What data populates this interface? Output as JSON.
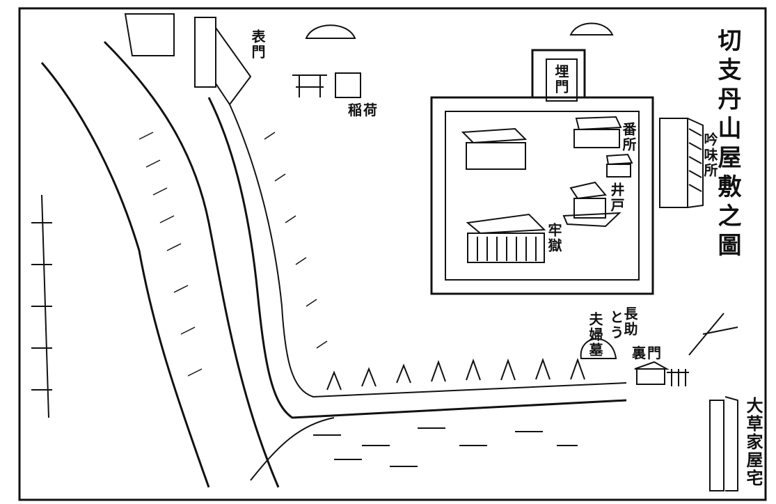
{
  "map": {
    "title": "切支丹山屋敷之圖",
    "labels": {
      "ginmisho": "吟味所",
      "uzumimon": "埋門",
      "bansho": "番所",
      "ido": "井戸",
      "rougoku": "牢獄",
      "omotemon": "表門",
      "inari": "稲荷",
      "grave_a": "長助",
      "grave_b": "とう",
      "grave_c": "夫婦墓",
      "uramon": "裏門",
      "okusa": "大草家屋宅"
    },
    "ink_color": "#111111",
    "paper_color": "#ffffff"
  }
}
